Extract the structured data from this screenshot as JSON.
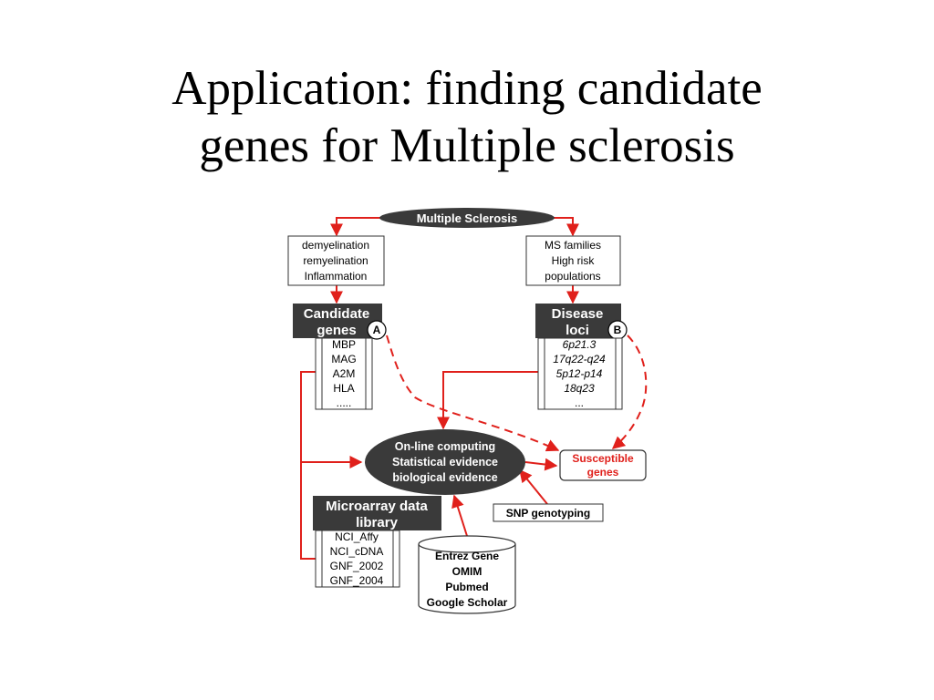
{
  "title": {
    "line1": "Application: finding candidate",
    "line2": "genes for Multiple sclerosis"
  },
  "colors": {
    "arrow": "#e0201b",
    "dark_fill": "#3a3a3a",
    "background": "#ffffff"
  },
  "diagram": {
    "root": "Multiple Sclerosis",
    "left_box": [
      "demyelination",
      "remyelination",
      "Inflammation"
    ],
    "right_box": [
      "MS families",
      "High risk",
      "populations"
    ],
    "candidate_header": [
      "Candidate",
      "genes"
    ],
    "candidate_badge": "A",
    "candidate_list": [
      "MBP",
      "MAG",
      "A2M",
      "HLA",
      "....."
    ],
    "disease_header": [
      "Disease",
      "loci"
    ],
    "disease_badge": "B",
    "disease_list": [
      "6p21.3",
      "17q22-q24",
      "5p12-p14",
      "18q23",
      "..."
    ],
    "center": [
      "On-line computing",
      "Statistical evidence",
      "biological evidence"
    ],
    "susceptible": [
      "Susceptible",
      "genes"
    ],
    "snp": "SNP genotyping",
    "microarray_header": [
      "Microarray data",
      "library"
    ],
    "microarray_list": [
      "NCI_Affy",
      "NCI_cDNA",
      "GNF_2002",
      "GNF_2004"
    ],
    "database": [
      "Entrez Gene",
      "OMIM",
      "Pubmed",
      "Google Scholar"
    ]
  }
}
